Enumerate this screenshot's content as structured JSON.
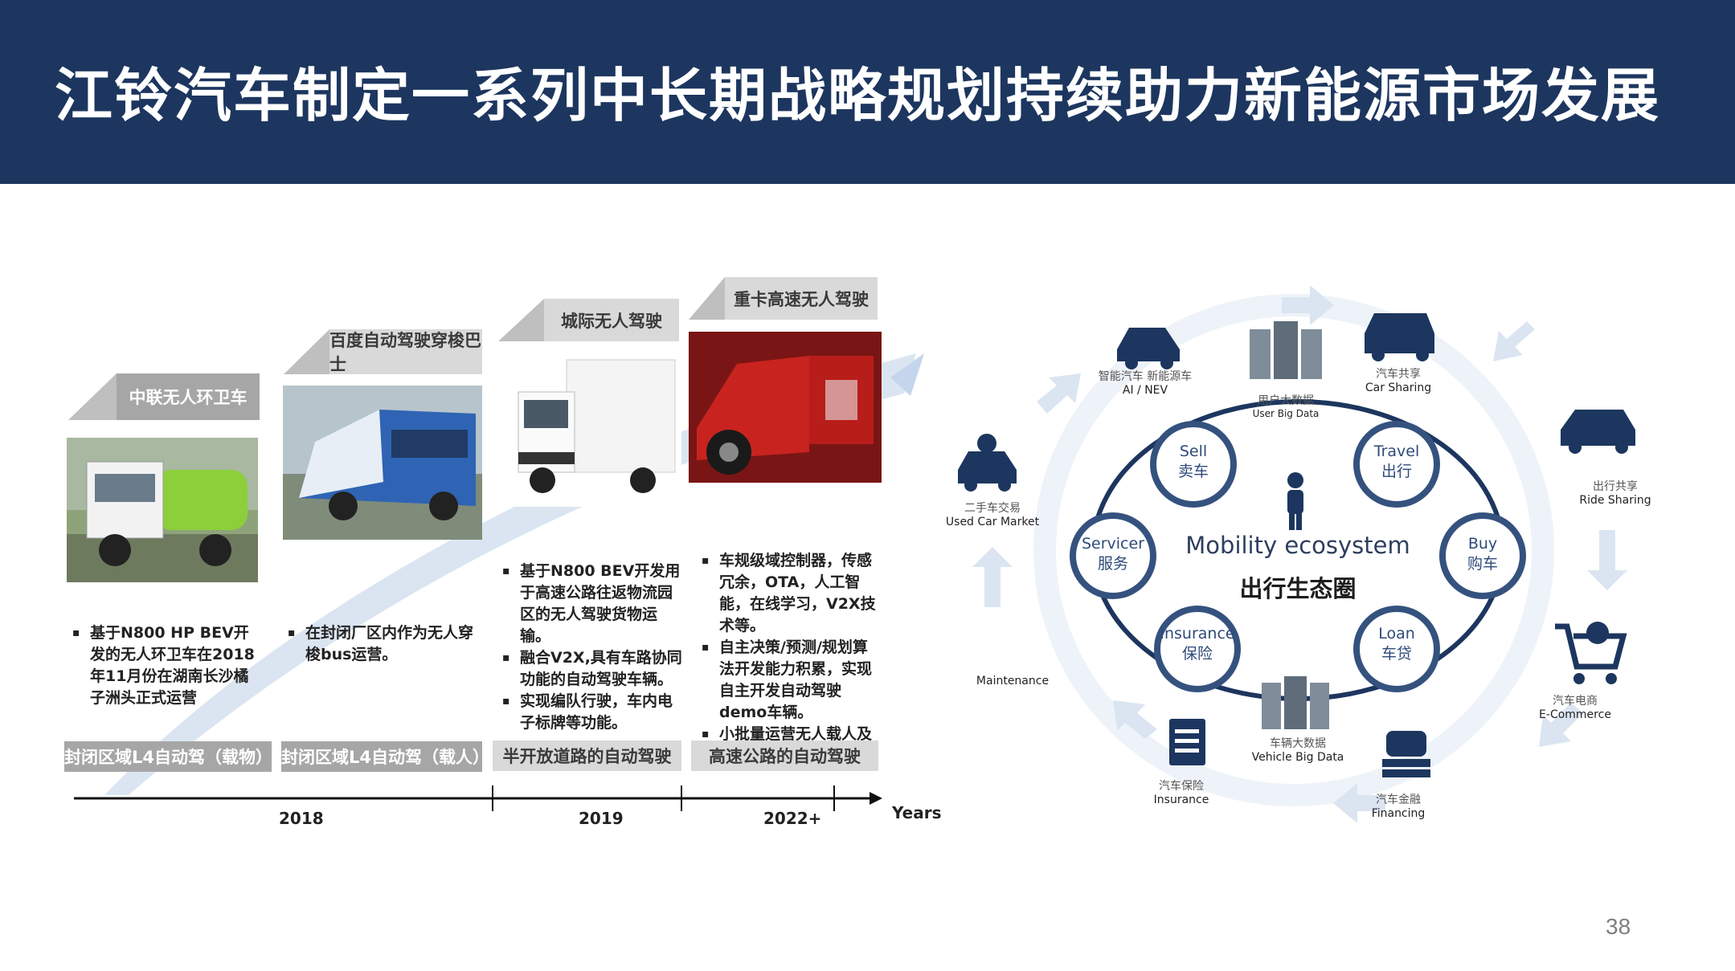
{
  "header": {
    "title": "江铃汽车制定一系列中长期战略规划持续助力新能源市场发展"
  },
  "page_number": "38",
  "roadmap": {
    "stages": [
      {
        "tab": "中联无人环卫车",
        "bullets": [
          "基于N800 HP BEV开发的无人环卫车在2018年11月份在湖南长沙橘子洲头正式运营"
        ],
        "category": "封闭区域L4自动驾（载物）"
      },
      {
        "tab": "百度自动驾驶穿梭巴士",
        "bullets": [
          "在封闭厂区内作为无人穿梭bus运营。"
        ],
        "category": "封闭区域L4自动驾（载人）"
      },
      {
        "tab": "城际无人驾驶",
        "bullets": [
          "基于N800 BEV开发用于高速公路往返物流园区的无人驾驶货物运输。",
          "融合V2X,具有车路协同功能的自动驾驶车辆。",
          "实现编队行驶，车内电子标牌等功能。"
        ],
        "category": "半开放道路的自动驾驶"
      },
      {
        "tab": "重卡高速无人驾驶",
        "bullets": [
          "车规级域控制器，传感冗余，OTA，人工智能，在线学习，V2X技术等。",
          "自主决策/预测/规划算法开发能力积累，实现自主开发自动驾驶demo车辆。",
          "小批量运营无人载人及载货车辆。"
        ],
        "category": "高速公路的自动驾驶"
      }
    ],
    "timeline": {
      "years": [
        "2018",
        "2019",
        "2022+"
      ],
      "axis_label": "Years"
    }
  },
  "ecosystem": {
    "center_en": "Mobility ecosystem",
    "center_cn": "出行生态圈",
    "nodes": [
      {
        "en": "Sell",
        "cn": "卖车"
      },
      {
        "en": "Travel",
        "cn": "出行"
      },
      {
        "en": "Buy",
        "cn": "购车"
      },
      {
        "en": "Loan",
        "cn": "车贷"
      },
      {
        "en": "Insurance",
        "cn": "保险"
      },
      {
        "en": "Servicer",
        "cn": "服务"
      }
    ],
    "outer": [
      {
        "cn": "智能汽车 新能源车",
        "en": "AI / NEV",
        "icon": "car-icon"
      },
      {
        "cn": "用户大数据",
        "en": "User Big Data",
        "icon": "server-icon"
      },
      {
        "cn": "汽车共享",
        "en": "Car Sharing",
        "icon": "car-sharing-icon"
      },
      {
        "cn": "出行共享",
        "en": "Ride Sharing",
        "icon": "ride-sharing-icon"
      },
      {
        "cn": "汽车电商",
        "en": "E-Commerce",
        "icon": "cart-icon"
      },
      {
        "cn": "汽车金融",
        "en": "Financing",
        "icon": "finance-icon"
      },
      {
        "cn": "车辆大数据",
        "en": "Vehicle Big Data",
        "icon": "server-icon"
      },
      {
        "cn": "汽车保险",
        "en": "Insurance",
        "icon": "document-icon"
      },
      {
        "cn": "",
        "en": "Maintenance",
        "icon": ""
      },
      {
        "cn": "二手车交易",
        "en": "Used Car Market",
        "icon": "used-car-icon"
      }
    ]
  },
  "colors": {
    "header_bg": "#1d365f",
    "node_ring": "#35527f",
    "arrow_light": "#dbe5f1"
  }
}
